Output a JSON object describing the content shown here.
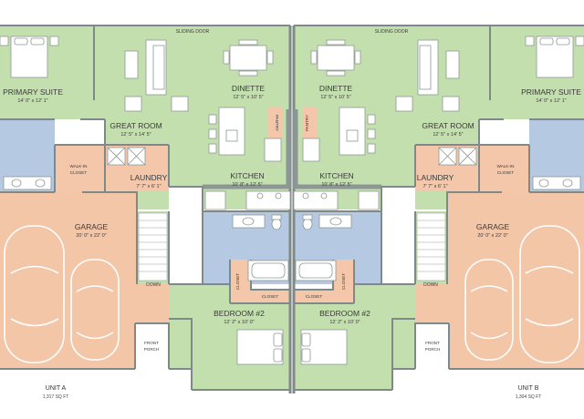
{
  "colors": {
    "living": "#c4dfae",
    "wet": "#b5c9e2",
    "garage": "#f4c6a8",
    "laundry": "#f5c7aa",
    "porch": "#ffffff",
    "wall": "#7f8a88",
    "fixture": "#ffffff"
  },
  "unit_a": {
    "name": "UNIT A",
    "sqft": "1,317 SQ FT",
    "primary_suite": {
      "name": "PRIMARY SUITE",
      "dim": "14' 0\" x 12' 1\""
    },
    "great_room": {
      "name": "GREAT ROOM",
      "dim": "12' 5\" x 14' 5\""
    },
    "dinette": {
      "name": "DINETTE",
      "dim": "12' 5\" x 10' 5\""
    },
    "sliding_door": "SLIDING DOOR",
    "walk_in_closet": {
      "line1": "WALK-IN",
      "line2": "CLOSET"
    },
    "laundry": {
      "name": "LAUNDRY",
      "dim": "7' 7\" x 6' 1\""
    },
    "kitchen": {
      "name": "KITCHEN",
      "dim": "10' 8\" x 12' 5\""
    },
    "pantry": "PANTRY",
    "garage": {
      "name": "GARAGE",
      "dim": "20' 0\" x 22' 0\""
    },
    "down": "DOWN",
    "closet_vertical": "CLOSET",
    "closet_horizontal": "CLOSET",
    "bedroom2": {
      "name": "BEDROOM #2",
      "dim": "12' 2\" x 10' 0\""
    },
    "front_porch": {
      "line1": "FRONT",
      "line2": "PORCH"
    }
  },
  "unit_b": {
    "name": "UNIT B",
    "sqft": "1,304 SQ FT",
    "primary_suite": {
      "name": "PRIMARY SUITE",
      "dim": "14' 0\" x 12' 1\""
    },
    "great_room": {
      "name": "GREAT ROOM",
      "dim": "12' 5\" x 14' 5\""
    },
    "dinette": {
      "name": "DINETTE",
      "dim": "12' 5\" x 10' 5\""
    },
    "sliding_door": "SLIDING DOOR",
    "walk_in_closet": {
      "line1": "WALK-IN",
      "line2": "CLOSET"
    },
    "laundry": {
      "name": "LAUNDRY",
      "dim": "7' 7\" x 6' 1\""
    },
    "kitchen": {
      "name": "KITCHEN",
      "dim": "10' 8\" x 12' 5\""
    },
    "pantry": "PANTRY",
    "garage": {
      "name": "GARAGE",
      "dim": "20' 0\" x 22' 0\""
    },
    "down": "DOWN",
    "closet_vertical": "CLOSET",
    "closet_horizontal": "CLOSET",
    "bedroom2": {
      "name": "BEDROOM #2",
      "dim": "12' 2\" x 10' 0\""
    },
    "front_porch": {
      "line1": "FRONT",
      "line2": "PORCH"
    }
  }
}
